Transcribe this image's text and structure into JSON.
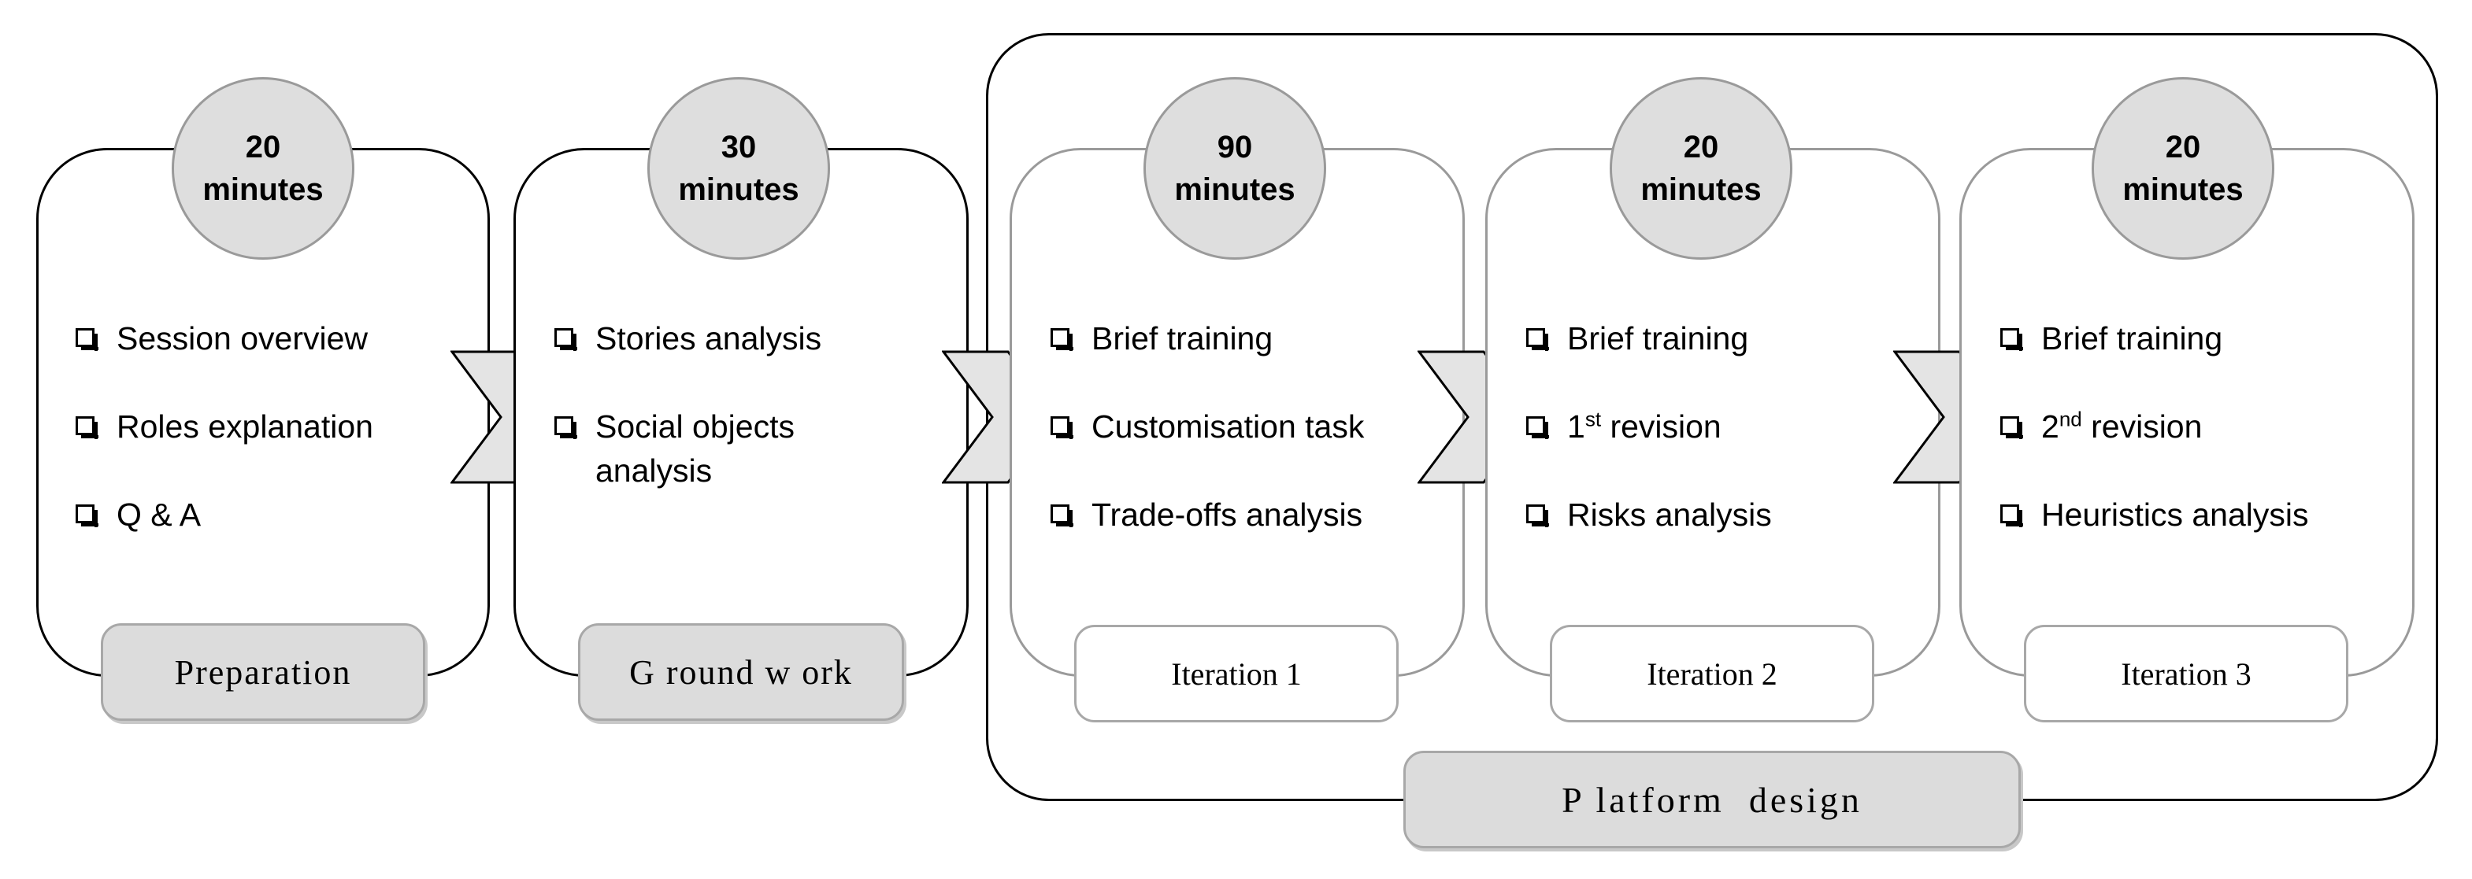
{
  "stages": [
    {
      "duration_value": "20",
      "duration_unit": "minutes",
      "items": [
        "Session overview",
        "Roles explanation",
        "Q & A"
      ],
      "label": "Preparation"
    },
    {
      "duration_value": "30",
      "duration_unit": "minutes",
      "items": [
        "Stories analysis",
        "Social objects analysis"
      ],
      "label": "G round w ork"
    },
    {
      "duration_value": "90",
      "duration_unit": "minutes",
      "items": [
        "Brief training",
        "Customisation task",
        "Trade-offs analysis"
      ],
      "label": "Iteration 1"
    },
    {
      "duration_value": "20",
      "duration_unit": "minutes",
      "items": [
        "Brief training",
        "1",
        "st",
        " revision",
        "Risks analysis"
      ],
      "label": "Iteration 2"
    },
    {
      "duration_value": "20",
      "duration_unit": "minutes",
      "items": [
        "Brief training",
        "2",
        "nd",
        " revision",
        "Heuristics analysis"
      ],
      "label": "Iteration 3"
    }
  ],
  "group_label": "P latform  design",
  "colors": {
    "circle_fill": "#dedede",
    "label_fill": "#dcdcdc",
    "chevron_fill": "#e4e4e4",
    "border": "#000000",
    "inner_border": "#9a9a9a"
  },
  "icons": [
    "checkbox-icon",
    "chevron-right-icon"
  ]
}
